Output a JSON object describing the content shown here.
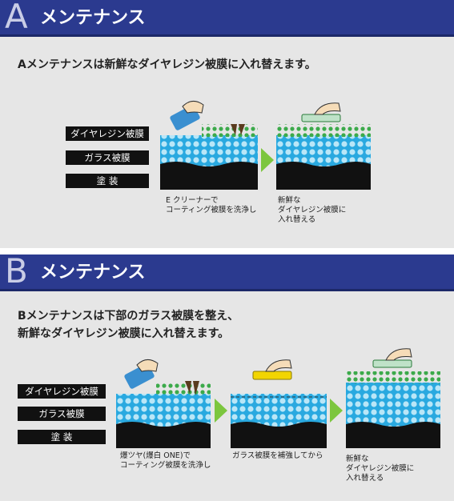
{
  "sectionA": {
    "letter": "A",
    "title": "メンテナンス",
    "description": "Aメンテナンスは新鮮なダイヤレジン被膜に入れ替えます。",
    "labels": [
      "ダイヤレジン被膜",
      "ガラス被膜",
      "塗 装"
    ],
    "captions": [
      [
        "E クリーナーで",
        "コーティング被膜を洗浄し"
      ],
      [
        "新鮮な",
        "ダイヤレジン被膜に",
        "入れ替える"
      ]
    ]
  },
  "sectionB": {
    "letter": "B",
    "title": "メンテナンス",
    "description_lines": [
      "Bメンテナンスは下部のガラス被膜を整え、",
      "新鮮なダイヤレジン被膜に入れ替えます。"
    ],
    "labels": [
      "ダイヤレジン被膜",
      "ガラス被膜",
      "塗 装"
    ],
    "captions": [
      [
        "爆ツヤ(爆白 ONE)で",
        "コーティング被膜を洗浄し"
      ],
      [
        "ガラス被膜を補強してから"
      ],
      [
        "新鮮な",
        "ダイヤレジン被膜に",
        "入れ替える"
      ]
    ]
  },
  "colors": {
    "header": "#2b3a8f",
    "panel_bg": "#e6e6e6",
    "glass": "#29a9e0",
    "dots_blue": "#b9e6f7",
    "resin": "#3caa4b",
    "paint": "#111111",
    "arrow": "#7cc63e",
    "pad_blue": "#3a8fd0",
    "pad_yellow": "#f2d500",
    "pad_green": "#bfe2c8"
  }
}
